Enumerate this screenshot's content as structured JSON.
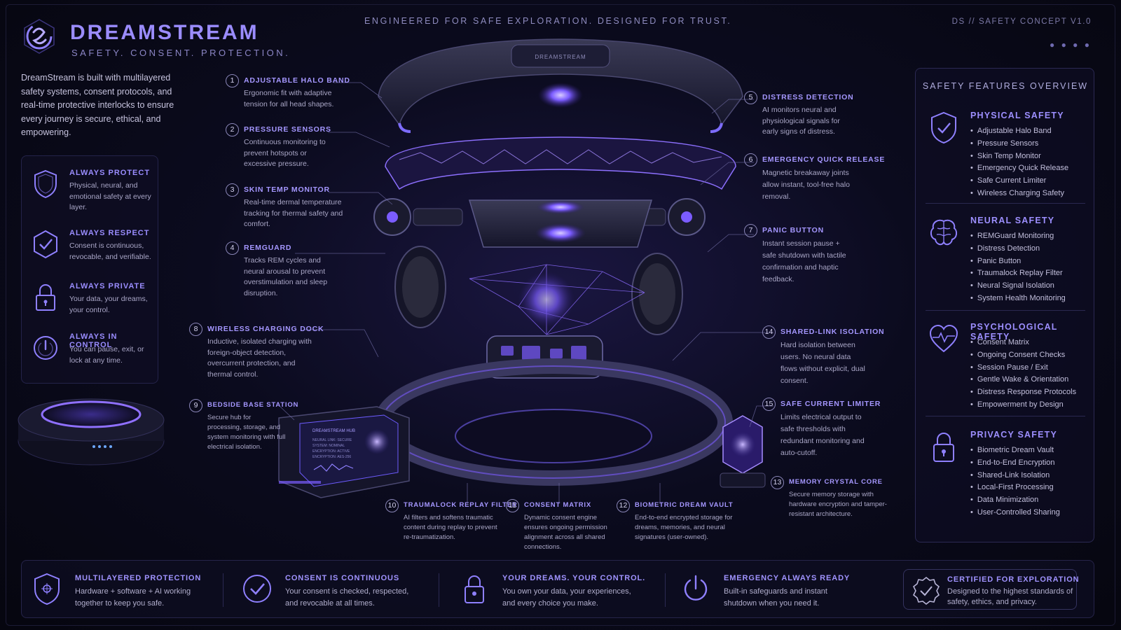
{
  "brand": {
    "title": "DREAMSTREAM",
    "tagline": "SAFETY. CONSENT. PROTECTION.",
    "logo_icon": "swirl-logo-icon"
  },
  "header": {
    "center_tagline": "ENGINEERED FOR SAFE EXPLORATION. DESIGNED FOR TRUST.",
    "version": "DS // SAFETY CONCEPT V1.0"
  },
  "intro": "DreamStream is built with multilayered safety systems, consent protocols, and real-time protective interlocks to ensure every journey is secure, ethical, and empowering.",
  "pillars": [
    {
      "title": "ALWAYS PROTECT",
      "desc": "Physical, neural, and emotional safety at every layer.",
      "icon": "shield-icon"
    },
    {
      "title": "ALWAYS RESPECT",
      "desc": "Consent is continuous, revocable, and verifiable.",
      "icon": "check-badge-icon"
    },
    {
      "title": "ALWAYS PRIVATE",
      "desc": "Your data, your dreams, your control.",
      "icon": "padlock-icon"
    },
    {
      "title": "ALWAYS IN CONTROL",
      "desc": "You can pause, exit, or lock at any time.",
      "icon": "power-icon"
    }
  ],
  "device": {
    "band_label": "DREAMSTREAM",
    "hub_screen": [
      "DREAMSTREAM HUB",
      "NEURAL LINK: SECURE",
      "SYSTEM: NOMINAL",
      "ENCRYPTION: ACTIVE",
      "ENCRYPTION: AES-256"
    ]
  },
  "callouts": [
    {
      "num": "1",
      "title": "ADJUSTABLE HALO BAND",
      "desc": "Ergonomic fit with adaptive tension for all head shapes."
    },
    {
      "num": "2",
      "title": "PRESSURE SENSORS",
      "desc": "Continuous monitoring to prevent hotspots or excessive pressure."
    },
    {
      "num": "3",
      "title": "SKIN TEMP MONITOR",
      "desc": "Real-time dermal temperature tracking for thermal safety and comfort."
    },
    {
      "num": "4",
      "title": "REMGUARD",
      "desc": "Tracks REM cycles and neural arousal to prevent overstimulation and sleep disruption."
    },
    {
      "num": "5",
      "title": "DISTRESS DETECTION",
      "desc": "AI monitors neural and physiological signals for early signs of distress."
    },
    {
      "num": "6",
      "title": "EMERGENCY QUICK RELEASE",
      "desc": "Magnetic breakaway joints allow instant, tool-free halo removal."
    },
    {
      "num": "7",
      "title": "PANIC BUTTON",
      "desc": "Instant session pause + safe shutdown with tactile confirmation and haptic feedback."
    },
    {
      "num": "8",
      "title": "WIRELESS CHARGING DOCK",
      "desc": "Inductive, isolated charging with foreign-object detection, overcurrent protection, and thermal control."
    },
    {
      "num": "9",
      "title": "BEDSIDE BASE STATION",
      "desc": "Secure hub for processing, storage, and system monitoring with full electrical isolation."
    },
    {
      "num": "10",
      "title": "TRAUMALOCK REPLAY FILTER",
      "desc": "AI filters and softens traumatic content during replay to prevent re-traumatization."
    },
    {
      "num": "11",
      "title": "CONSENT MATRIX",
      "desc": "Dynamic consent engine ensures ongoing permission alignment across all shared connections."
    },
    {
      "num": "12",
      "title": "BIOMETRIC DREAM VAULT",
      "desc": "End-to-end encrypted storage for dreams, memories, and neural signatures (user-owned)."
    },
    {
      "num": "13",
      "title": "MEMORY CRYSTAL CORE",
      "desc": "Secure memory storage with hardware encryption and tamper-resistant architecture."
    },
    {
      "num": "14",
      "title": "SHARED-LINK ISOLATION",
      "desc": "Hard isolation between users. No neural data flows without explicit, dual consent."
    },
    {
      "num": "15",
      "title": "SAFE CURRENT LIMITER",
      "desc": "Limits electrical output to safe thresholds with redundant monitoring and auto-cutoff."
    }
  ],
  "panel": {
    "title": "SAFETY FEATURES OVERVIEW",
    "sections": [
      {
        "title": "PHYSICAL SAFETY",
        "icon": "shield-check-icon",
        "items": [
          "Adjustable Halo Band",
          "Pressure Sensors",
          "Skin Temp Monitor",
          "Emergency Quick Release",
          "Safe Current Limiter",
          "Wireless Charging Safety"
        ]
      },
      {
        "title": "NEURAL SAFETY",
        "icon": "brain-icon",
        "items": [
          "REMGuard Monitoring",
          "Distress Detection",
          "Panic Button",
          "Traumalock Replay Filter",
          "Neural Signal Isolation",
          "System Health Monitoring"
        ]
      },
      {
        "title": "PSYCHOLOGICAL SAFETY",
        "icon": "heart-pulse-icon",
        "items": [
          "Consent Matrix",
          "Ongoing Consent Checks",
          "Session Pause / Exit",
          "Gentle Wake & Orientation",
          "Distress Response Protocols",
          "Empowerment by Design"
        ]
      },
      {
        "title": "PRIVACY SAFETY",
        "icon": "padlock-icon",
        "items": [
          "Biometric Dream Vault",
          "End-to-End Encryption",
          "Shared-Link Isolation",
          "Local-First Processing",
          "Data Minimization",
          "User-Controlled Sharing"
        ]
      }
    ]
  },
  "bottom": [
    {
      "title": "MULTILAYERED PROTECTION",
      "desc": "Hardware + software + AI working together to keep you safe.",
      "icon": "shield-icon"
    },
    {
      "title": "CONSENT IS CONTINUOUS",
      "desc": "Your consent is checked, respected, and revocable at all times.",
      "icon": "check-circle-icon"
    },
    {
      "title": "YOUR DREAMS. YOUR CONTROL.",
      "desc": "You own your data, your experiences, and every choice you make.",
      "icon": "padlock-icon"
    },
    {
      "title": "EMERGENCY ALWAYS READY",
      "desc": "Built-in safeguards and instant shutdown when you need it.",
      "icon": "power-icon"
    },
    {
      "title": "CERTIFIED FOR EXPLORATION",
      "desc": "Designed to the highest standards of safety, ethics, and privacy.",
      "icon": "certified-badge-icon"
    }
  ],
  "colors": {
    "accent": "#9b8cff",
    "glow": "#7b5cff",
    "background": "#0b0b1e"
  }
}
